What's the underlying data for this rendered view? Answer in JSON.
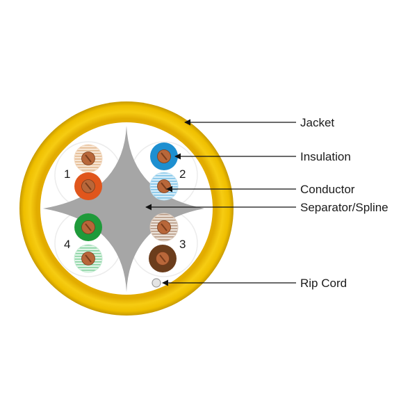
{
  "labels": {
    "jacket": "Jacket",
    "insulation": "Insulation",
    "conductor": "Conductor",
    "separator": "Separator/Spline",
    "rip_cord": "Rip Cord"
  },
  "pairs": [
    {
      "number": "1",
      "wires": [
        {
          "insulation_color": "#f2d9c0",
          "striped": true
        },
        {
          "insulation_color": "#e0561c",
          "striped": false
        }
      ]
    },
    {
      "number": "2",
      "wires": [
        {
          "insulation_color": "#1d8fd0",
          "striped": false
        },
        {
          "insulation_color": "#b6def2",
          "striped": true
        }
      ]
    },
    {
      "number": "3",
      "wires": [
        {
          "insulation_color": "#dccbbd",
          "striped": true
        },
        {
          "insulation_color": "#6b3d1c",
          "striped": false
        }
      ]
    },
    {
      "number": "4",
      "wires": [
        {
          "insulation_color": "#1f9a3a",
          "striped": false
        },
        {
          "insulation_color": "#c5ebd2",
          "striped": true
        }
      ]
    }
  ],
  "colors": {
    "jacket": "#f2c200",
    "jacket_edge": "#c89a00",
    "interior": "#ffffff",
    "separator": "#a6a6a6",
    "conductor": "#b8673a",
    "leader_line": "#111111",
    "rip_cord": "#d9d9d9"
  }
}
